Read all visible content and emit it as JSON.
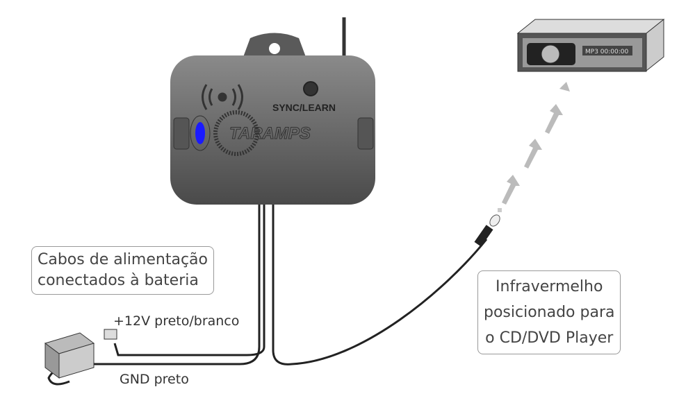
{
  "device": {
    "sync_label": "SYNC/LEARN",
    "brand": "TARAMPS",
    "led_color": "#1a1aff"
  },
  "stereo": {
    "display_text": "MP3 00:00:00"
  },
  "labels": {
    "power_box": [
      "Cabos de alimentação",
      "conectados à bateria"
    ],
    "ir_box": [
      "Infravermelho",
      "posicionado para",
      "o CD/DVD Player"
    ],
    "plus12v": "+12V  preto/branco",
    "gnd": "GND  preto"
  }
}
